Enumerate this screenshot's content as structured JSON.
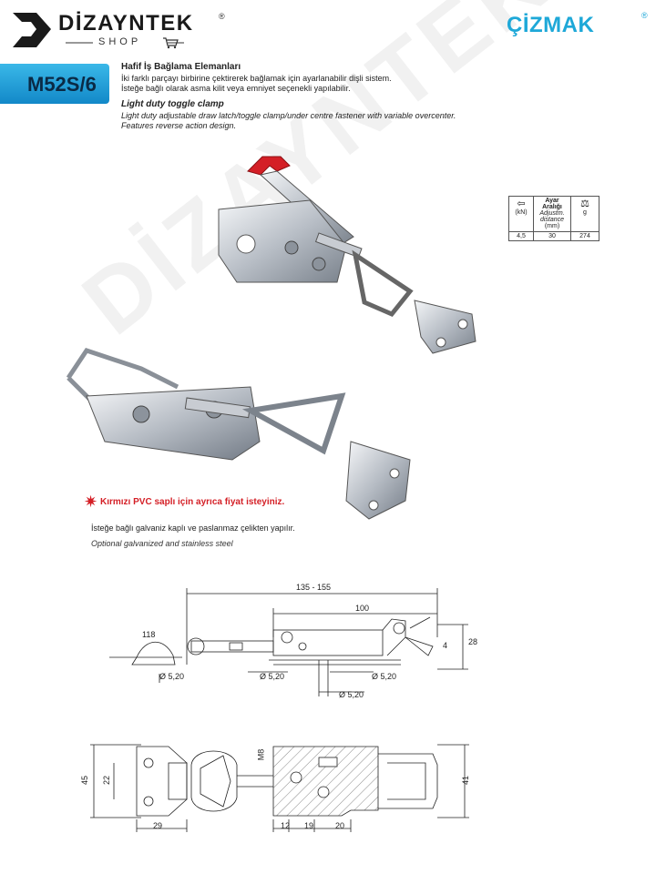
{
  "header": {
    "brand_name": "DİZAYNTEK",
    "brand_shop": "SHOP",
    "brand_reg": "®",
    "partner": "ÇİZMAK",
    "partner_reg": "®"
  },
  "product": {
    "model": "M52S/6",
    "title_tr": "Hafif İş Bağlama Elemanları",
    "desc_tr_1": "İki farklı parçayı birbirine çektirerek bağlamak için ayarlanabilir dişli sistem.",
    "desc_tr_2": "İsteğe bağlı olarak asma kilit veya emniyet seçenekli yapılabilir.",
    "title_en": "Light duty toggle clamp",
    "desc_en_1": "Light duty adjustable draw latch/toggle clamp/under centre fastener with variable overcenter.",
    "desc_en_2": "Features reverse action design."
  },
  "spec_table": {
    "col1_unit": "(kN)",
    "col2_head": "Ayar Aralığı",
    "col2_sub1": "Adjustm.",
    "col2_sub2": "distance",
    "col2_unit": "(mm)",
    "col3_unit": "g",
    "values": [
      "4,5",
      "30",
      "274"
    ]
  },
  "notes": {
    "red_note": "Kırmızı PVC saplı için ayrıca fiyat isteyiniz.",
    "note_tr": "İsteğe bağlı galvaniz kaplı ve paslanmaz çelikten yapılır.",
    "note_en": "Optional galvanized and stainless steel"
  },
  "dimensions": {
    "d135": "135 - 155",
    "d100": "100",
    "d118": "118",
    "d28": "28",
    "d4": "4",
    "phi1": "Ø 5,20",
    "phi2": "Ø 5,20",
    "phi3": "Ø 5,20",
    "phi4": "Ø 5,20",
    "d45": "45",
    "d22": "22",
    "d29": "29",
    "m8": "M8",
    "d12": "12",
    "d19": "19",
    "d20": "20",
    "d41": "41"
  },
  "watermark": "DİZAYNTEK",
  "colors": {
    "accent": "#1ea8d8",
    "red": "#d41f26",
    "badge": "#2aa4e0"
  }
}
